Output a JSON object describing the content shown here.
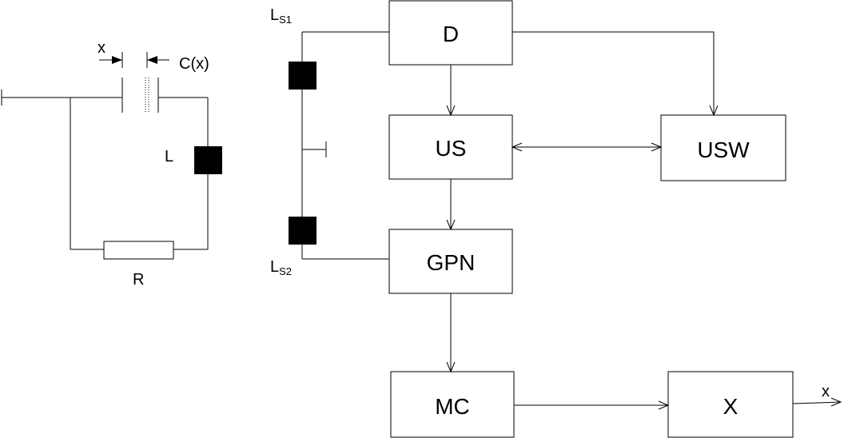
{
  "circuit": {
    "x_label": "x",
    "capacitor_label": "C(x)",
    "inductor_label": "L",
    "resistor_label": "R"
  },
  "sensors": {
    "ls1_main": "L",
    "ls1_sub": "S1",
    "ls2_main": "L",
    "ls2_sub": "S2"
  },
  "blocks": {
    "d": "D",
    "us": "US",
    "usw": "USW",
    "gpn": "GPN",
    "mc": "MC",
    "x": "X"
  },
  "output_label": "x"
}
